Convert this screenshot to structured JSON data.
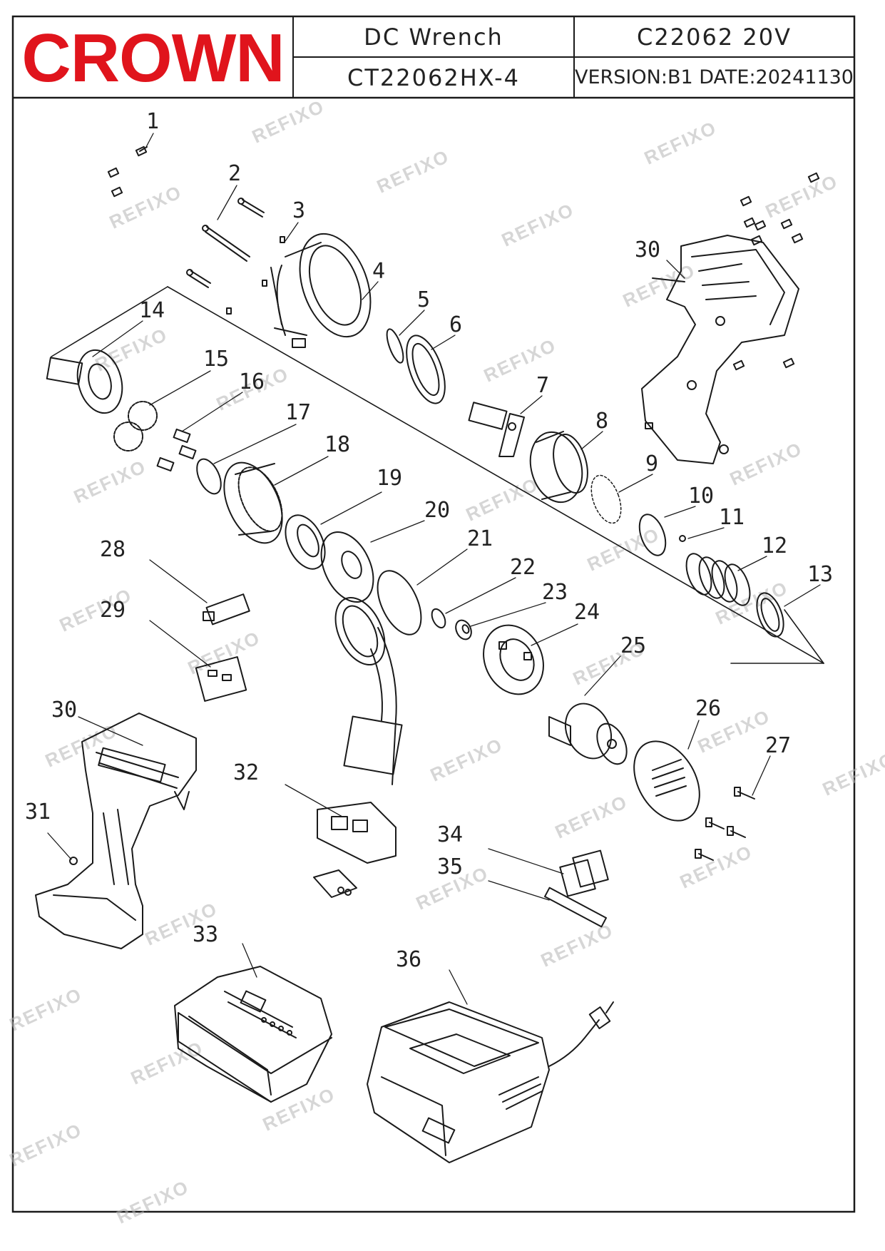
{
  "header": {
    "brand": "CROWN",
    "product_name": "DC  Wrench",
    "model": "C22062  20V",
    "code": "CT22062HX-4",
    "version": "VERSION:B1  DATE:20241130"
  },
  "colors": {
    "brand_red": "#e0141c",
    "line": "#1a1a1a",
    "watermark": "#b5b5b5"
  },
  "watermark_text": "REFIXO",
  "callouts": [
    "1",
    "2",
    "3",
    "4",
    "5",
    "6",
    "7",
    "8",
    "9",
    "10",
    "11",
    "12",
    "13",
    "14",
    "15",
    "16",
    "17",
    "18",
    "19",
    "20",
    "21",
    "22",
    "23",
    "24",
    "25",
    "26",
    "27",
    "28",
    "29",
    "30",
    "30",
    "31",
    "32",
    "33",
    "34",
    "35",
    "36"
  ]
}
